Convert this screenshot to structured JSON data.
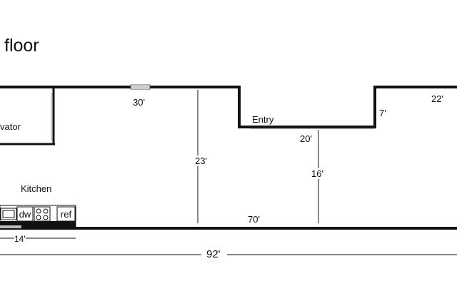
{
  "title": "floor",
  "rooms": {
    "elevator": "vator",
    "kitchen": "Kitchen",
    "entry": "Entry"
  },
  "dimensions": {
    "top_wall": "30'",
    "right_wall": "22'",
    "entry_step": "7'",
    "entry_width": "20'",
    "depth_left": "23'",
    "depth_entry": "16'",
    "interior_length": "70'",
    "kitchen_run": "14'",
    "total_length": "92'"
  },
  "appliances": {
    "dishwasher": "dw",
    "refrigerator": "ref"
  }
}
